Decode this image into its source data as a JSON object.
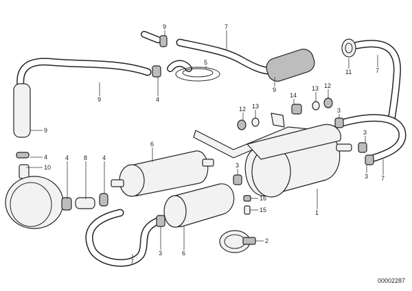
{
  "document_id": "00002287",
  "callouts": [
    {
      "id": "c9a",
      "text": "9"
    },
    {
      "id": "c7a",
      "text": "7"
    },
    {
      "id": "c5a",
      "text": "5"
    },
    {
      "id": "c11",
      "text": "11"
    },
    {
      "id": "c7b",
      "text": "7"
    },
    {
      "id": "c9b",
      "text": "9"
    },
    {
      "id": "c9c",
      "text": "9"
    },
    {
      "id": "c4a",
      "text": "4"
    },
    {
      "id": "c9d",
      "text": "9"
    },
    {
      "id": "c4b",
      "text": "4"
    },
    {
      "id": "c10",
      "text": "10"
    },
    {
      "id": "c14",
      "text": "14"
    },
    {
      "id": "c13a",
      "text": "13"
    },
    {
      "id": "c12a",
      "text": "12"
    },
    {
      "id": "c12b",
      "text": "12"
    },
    {
      "id": "c13b",
      "text": "13"
    },
    {
      "id": "c3a",
      "text": "3"
    },
    {
      "id": "c3b",
      "text": "3"
    },
    {
      "id": "c6a",
      "text": "6"
    },
    {
      "id": "c4c",
      "text": "4"
    },
    {
      "id": "c8",
      "text": "8"
    },
    {
      "id": "c4d",
      "text": "4"
    },
    {
      "id": "c3c",
      "text": "3"
    },
    {
      "id": "c16",
      "text": "16"
    },
    {
      "id": "c15",
      "text": "15"
    },
    {
      "id": "c1",
      "text": "1"
    },
    {
      "id": "c3d",
      "text": "3"
    },
    {
      "id": "c7c",
      "text": "7"
    },
    {
      "id": "c2",
      "text": "2"
    },
    {
      "id": "c7d",
      "text": "7"
    },
    {
      "id": "c3e",
      "text": "3"
    },
    {
      "id": "c6b",
      "text": "6"
    }
  ]
}
